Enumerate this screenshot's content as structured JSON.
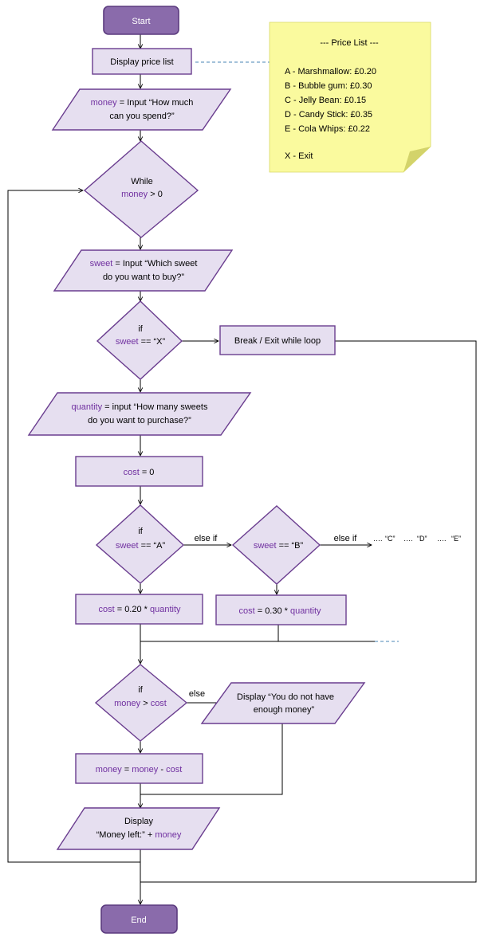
{
  "start": "Start",
  "end": "End",
  "display_price_list": "Display price list",
  "input_money": {
    "var": "money",
    "text1": " = Input “How much",
    "text2": "can you spend?”"
  },
  "while": {
    "line1": "While",
    "var": "money",
    "rest": " > 0"
  },
  "input_sweet": {
    "var": "sweet",
    "text1": " = Input “Which sweet",
    "text2": "do you want to buy?”"
  },
  "if_exit": {
    "kw": "if",
    "var": "sweet",
    "rest": " == “X”"
  },
  "break": "Break / Exit while loop",
  "input_quantity": {
    "var": "quantity",
    "text1": " = input “How many sweets",
    "text2": "do you want to purchase?”"
  },
  "cost_zero": {
    "var": "cost",
    "rest": " = 0"
  },
  "if_a": {
    "kw": "if",
    "var": "sweet",
    "rest": " == “A”"
  },
  "if_b": {
    "var": "sweet",
    "rest": " == “B”"
  },
  "else_if_1": "else if",
  "else_if_2": "else if",
  "more_cases": {
    "c": "“C”",
    "d": "“D”",
    "e": "“E”",
    "dots": "…."
  },
  "cost_a": {
    "var": "cost",
    "mid": " = 0.20 * ",
    "var2": "quantity"
  },
  "cost_b": {
    "var": "cost",
    "mid": " = 0.30 * ",
    "var2": "quantity"
  },
  "if_money": {
    "kw": "if",
    "var": "money",
    "mid": " > ",
    "var2": "cost"
  },
  "else": "else",
  "not_enough": {
    "line1": "Display “You do not have",
    "line2": "enough money”"
  },
  "deduct": {
    "var": "money",
    "mid": " = ",
    "var2": "money",
    "mid2": " - ",
    "var3": "cost"
  },
  "display_left": {
    "line1": "Display",
    "text": "“Money left:” + ",
    "var": "money"
  },
  "price_list": {
    "title": "--- Price List ---",
    "items": [
      "A  -  Marshmallow: £0.20",
      "B  -  Bubble gum: £0.30",
      "C -  Jelly Bean: £0.15",
      "D -  Candy Stick: £0.35",
      "E -  Cola Whips: £0.22"
    ],
    "exit": "X - Exit"
  },
  "colors": {
    "shape_fill": "#e6dff0",
    "shape_stroke": "#6a3d8f",
    "terminal": "#8a6bab",
    "variable": "#7030a0",
    "note": "#fafa9e"
  }
}
